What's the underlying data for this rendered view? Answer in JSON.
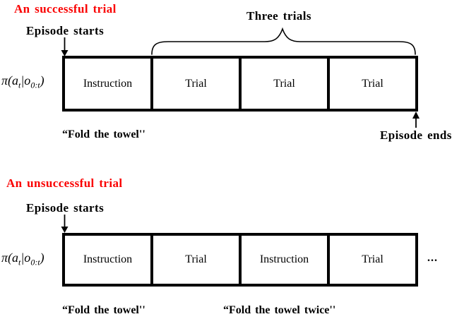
{
  "colors": {
    "title_red": "#fa0000",
    "ink": "#000000"
  },
  "formula": {
    "lead": "π(a",
    "sub_t": "t",
    "mid": "|o",
    "sub_0t": "0:t",
    "close": ")"
  },
  "section_success": {
    "title": "An successful trial",
    "episode_starts": "Episode starts",
    "three_trials": "Three trials",
    "episode_ends": "Episode ends",
    "boxes": [
      "Instruction",
      "Trial",
      "Trial",
      "Trial"
    ],
    "caption": "“Fold the towel''"
  },
  "section_unsuccess": {
    "title": "An unsuccessful trial",
    "episode_starts": "Episode starts",
    "boxes": [
      "Instruction",
      "Trial",
      "Instruction",
      "Trial"
    ],
    "ellipsis": "...",
    "caption_1": "“Fold the towel''",
    "caption_2": "“Fold the towel twice''"
  }
}
